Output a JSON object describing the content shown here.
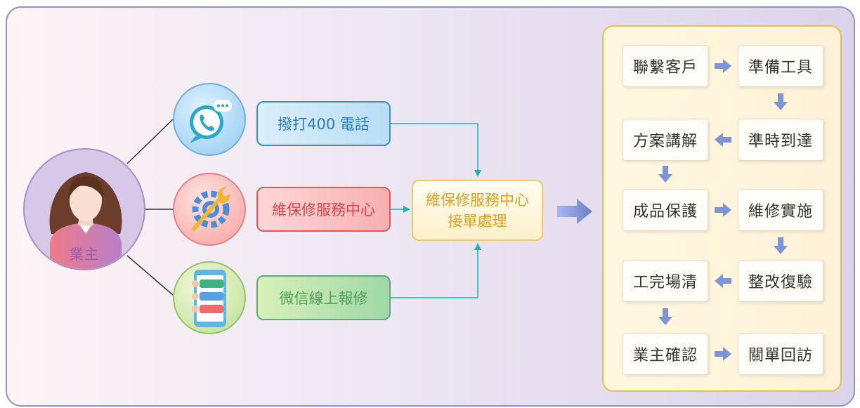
{
  "owner": {
    "label": "業主"
  },
  "channels": [
    {
      "id": "phone",
      "label": "撥打400 電話"
    },
    {
      "id": "center",
      "label": "維保修服務中心"
    },
    {
      "id": "wechat",
      "label": "微信線上報修"
    }
  ],
  "dispatch": {
    "line1": "維保修服務中心",
    "line2": "接單處理"
  },
  "steps": [
    {
      "label": "聯繫客戶"
    },
    {
      "label": "準備工具"
    },
    {
      "label": "準時到達"
    },
    {
      "label": "方案講解"
    },
    {
      "label": "成品保護"
    },
    {
      "label": "維修實施"
    },
    {
      "label": "整改復驗"
    },
    {
      "label": "工完場清"
    },
    {
      "label": "業主確認"
    },
    {
      "label": "關單回訪"
    }
  ],
  "colors": {
    "frame_border": "#8d94c8",
    "phone_accent": "#3a8fc9",
    "center_accent": "#e0585c",
    "wechat_accent": "#5aaa7a",
    "dispatch_accent": "#e0a020",
    "flow_arrow": "#6a80cc"
  }
}
